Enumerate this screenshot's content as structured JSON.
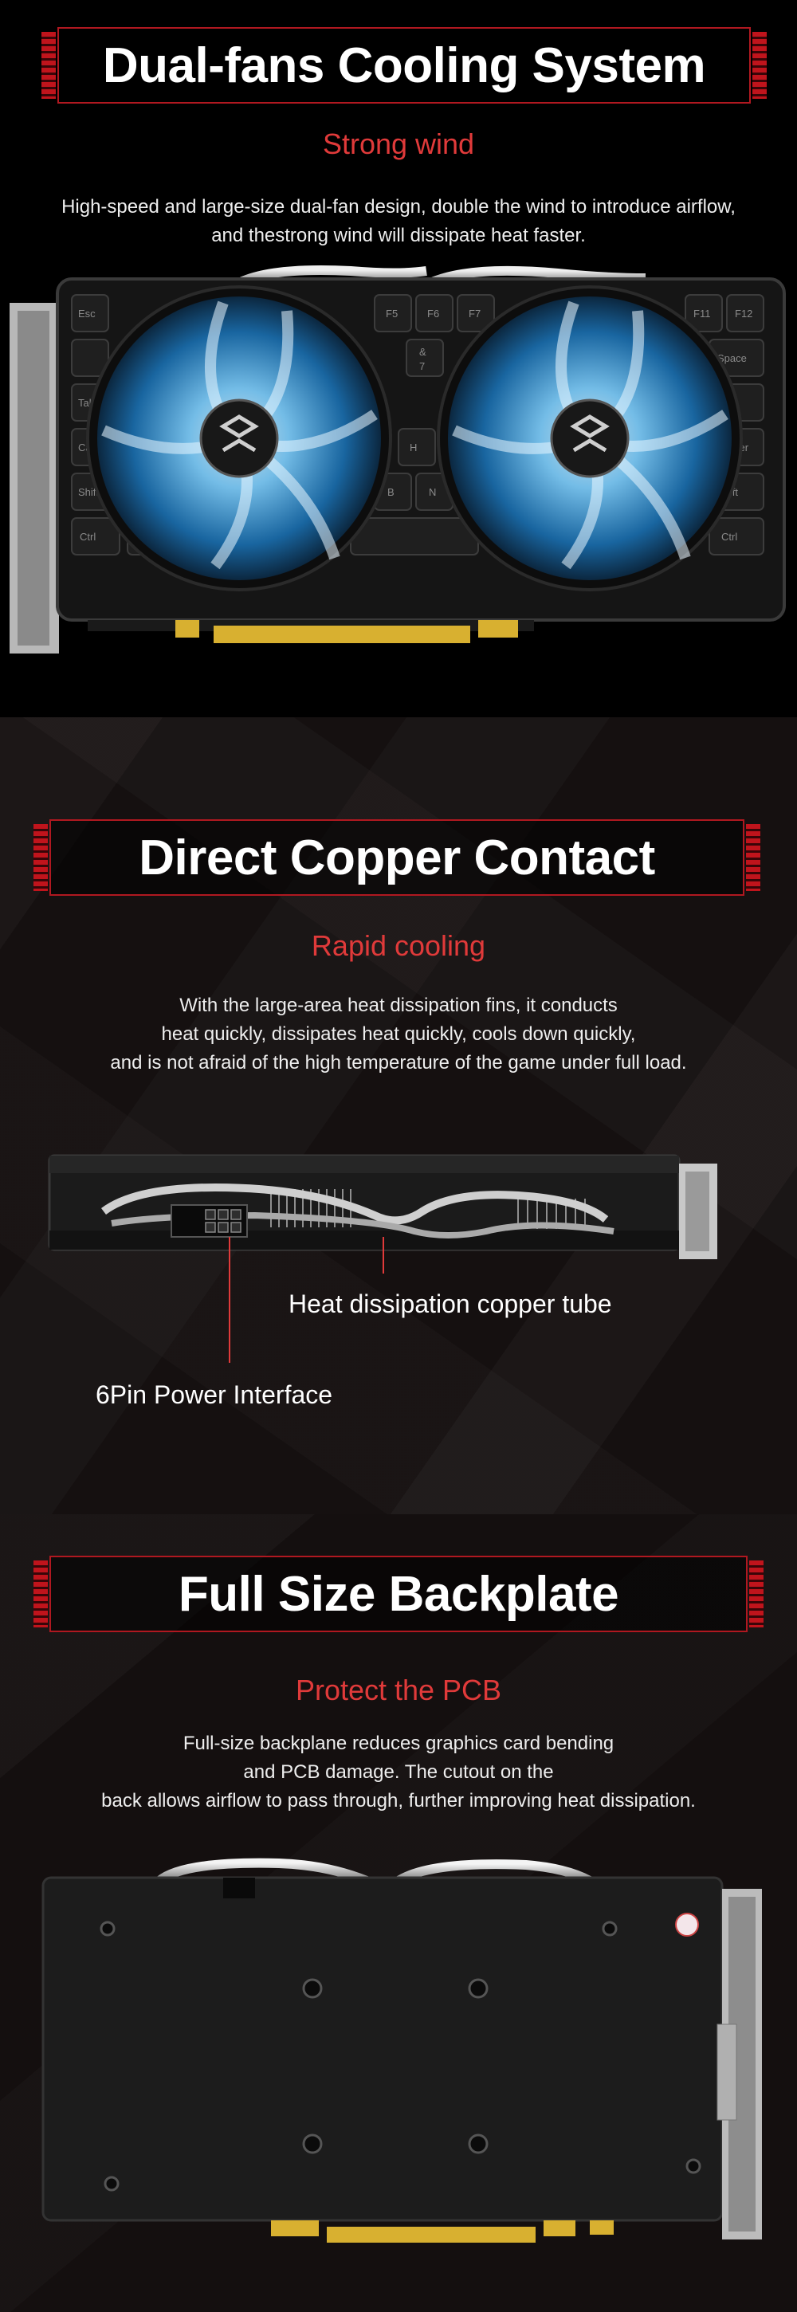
{
  "sections": [
    {
      "title": "Dual-fans Cooling System",
      "subtitle": "Strong wind",
      "desc": [
        "High-speed and large-size dual-fan design, double the wind to introduce airflow,",
        "and thestrong wind will dissipate heat faster."
      ]
    },
    {
      "title": "Direct Copper Contact",
      "subtitle": "Rapid cooling",
      "desc": [
        "With the large-area heat dissipation fins, it conducts",
        "heat quickly, dissipates heat quickly, cools down quickly,",
        "and is not afraid of the high temperature of the game under full load."
      ],
      "callouts": {
        "copper_tube": "Heat dissipation copper tube",
        "power": "6Pin Power Interface"
      }
    },
    {
      "title": "Full Size Backplate",
      "subtitle": "Protect the PCB",
      "desc": [
        "Full-size backplane reduces graphics card bending",
        "and PCB damage. The cutout on the",
        "back allows airflow to pass through, further improving heat dissipation."
      ]
    }
  ],
  "keyboard_keys": [
    "Esc",
    "F5",
    "F6",
    "F7",
    "F11",
    "F12",
    "&",
    "7",
    "Space",
    "Tab",
    "Caps",
    "H",
    "Enter",
    "Shift",
    "B",
    "N",
    "Shift",
    "Ctrl",
    "Ctrl"
  ],
  "colors": {
    "accent": "#e03a3a",
    "banner_border": "#b01820",
    "fan_glow": "#6fc8ff",
    "gold": "#d8b030"
  }
}
